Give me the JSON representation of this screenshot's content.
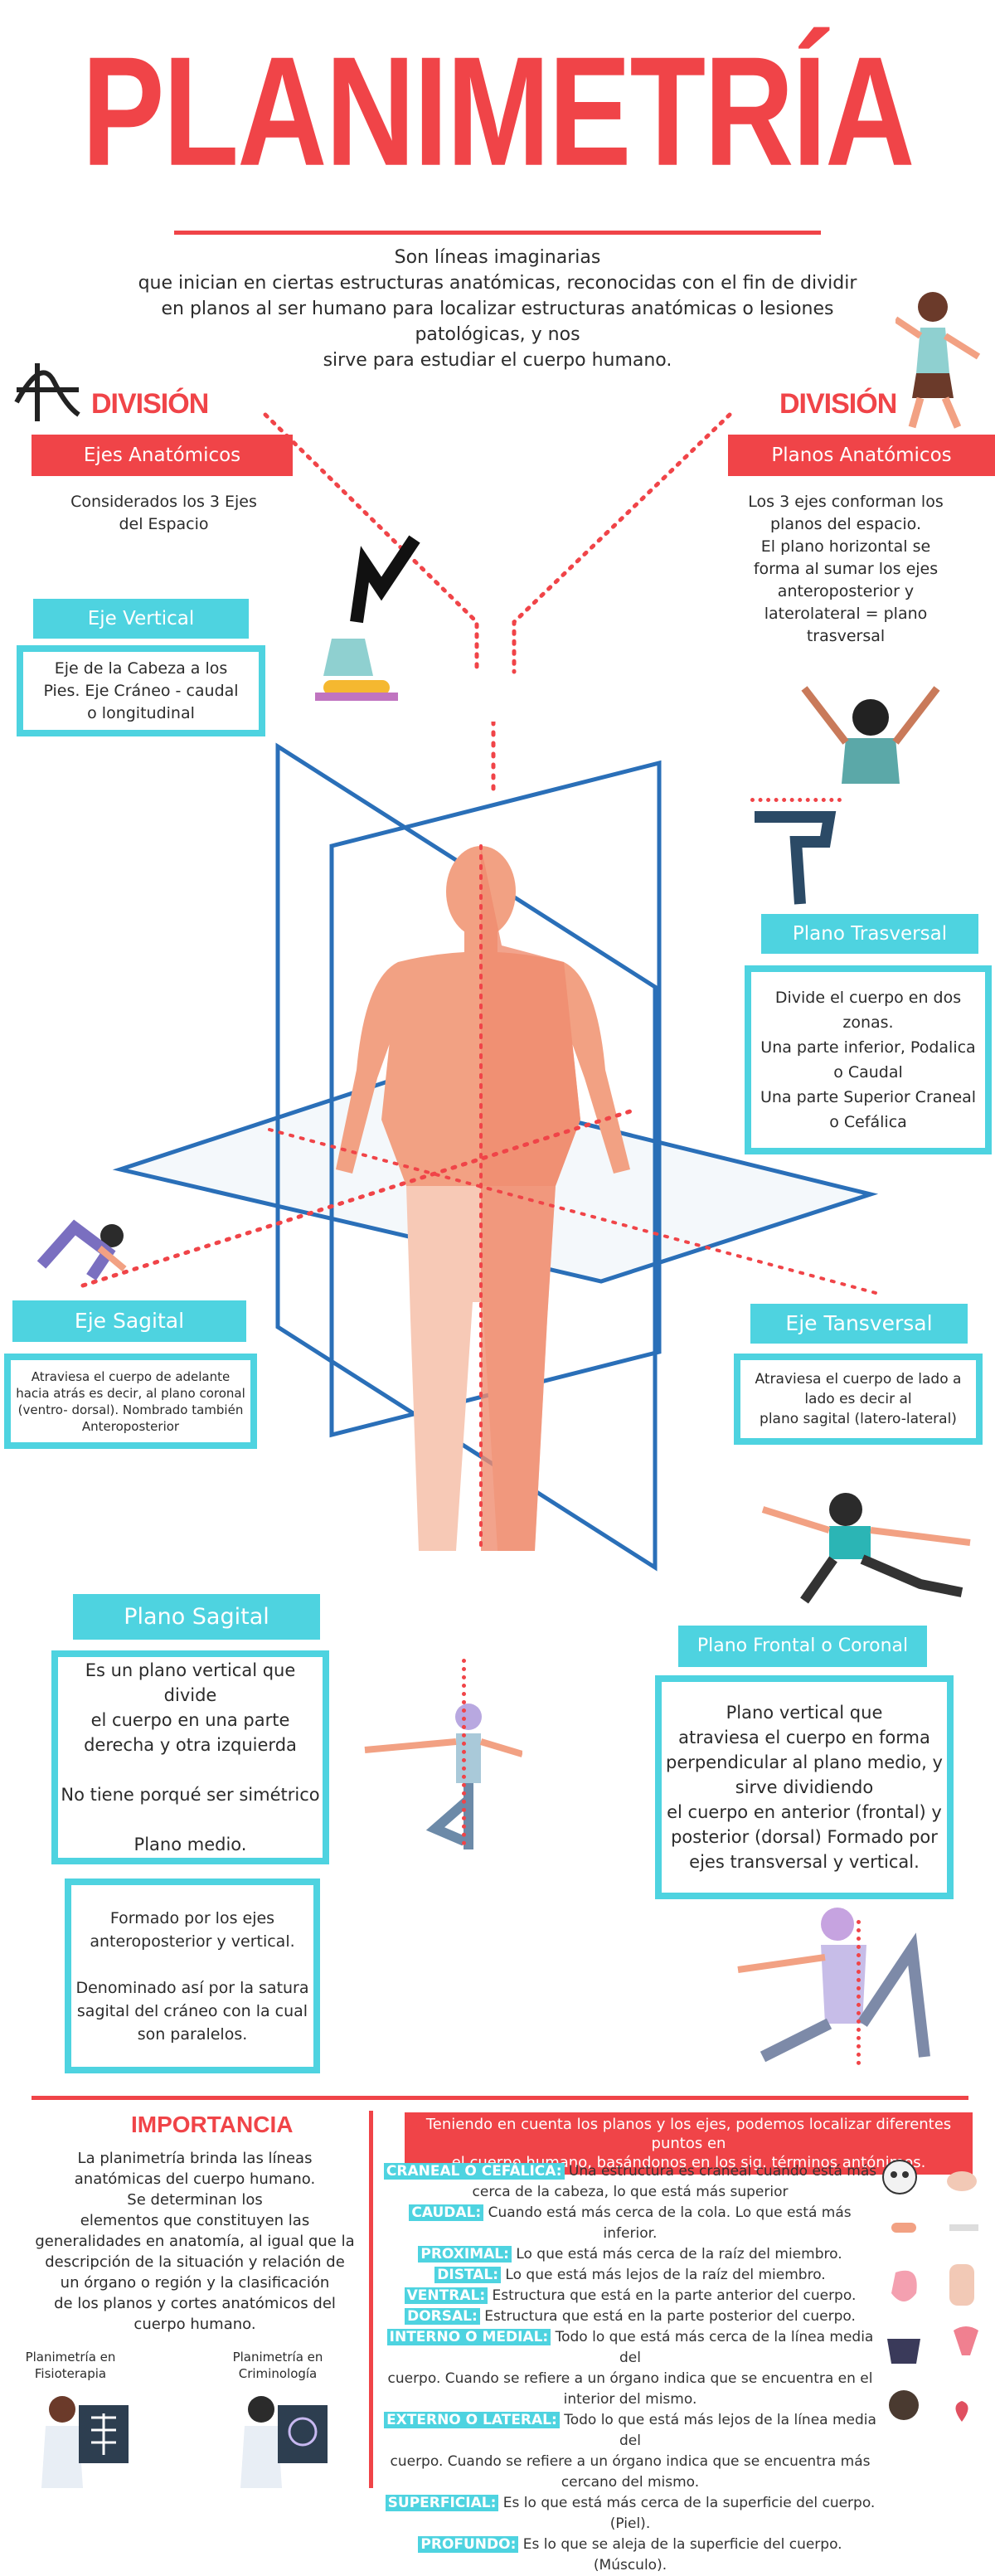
{
  "title": "PLANIMETRÍA",
  "intro": {
    "lines": [
      "Son líneas imaginarias",
      "que inician en ciertas estructuras anatómicas, reconocidas con el fin de dividir",
      "en planos al ser humano para localizar estructuras anatómicas o lesiones",
      "patológicas, y nos",
      "sirve para estudiar el cuerpo humano."
    ]
  },
  "left_column": {
    "division_label": "DIVISIÓN",
    "header": "Ejes Anatómicos",
    "description_lines": [
      "Considerados los 3 Ejes",
      "del Espacio"
    ]
  },
  "right_column": {
    "division_label": "DIVISIÓN",
    "header": "Planos Anatómicos",
    "description_lines": [
      "Los 3 ejes conforman los",
      "planos del espacio.",
      "El plano horizontal  se",
      "forma al sumar los ejes",
      "anteroposterior y",
      "laterolateral = plano",
      "trasversal"
    ]
  },
  "eje_vertical": {
    "label": "Eje Vertical",
    "lines": [
      "Eje de la Cabeza  a los",
      "Pies. Eje Cráneo - caudal",
      "o longitudinal"
    ]
  },
  "plano_trasversal": {
    "label": "Plano Trasversal",
    "lines": [
      "Divide el cuerpo en dos",
      "zonas.",
      "Una parte inferior, Podalica",
      "o Caudal",
      "Una parte Superior Craneal",
      "o Cefálica"
    ]
  },
  "eje_sagital": {
    "label": "Eje Sagital",
    "lines": [
      "Atraviesa el cuerpo de adelante",
      "hacia atrás es decir, al plano coronal",
      "(ventro- dorsal). Nombrado también",
      "Anteroposterior"
    ]
  },
  "eje_transversal": {
    "label": "Eje Tansversal",
    "lines": [
      "Atraviesa el cuerpo de lado a",
      "lado es decir al",
      "plano sagital (latero-lateral)"
    ]
  },
  "plano_sagital": {
    "label": "Plano Sagital",
    "box1_lines": [
      "Es un plano vertical que divide",
      "el cuerpo en una parte",
      "derecha y otra izquierda",
      "",
      "No tiene porqué ser simétrico",
      "",
      "Plano medio."
    ],
    "box2_lines": [
      "Formado por los ejes",
      "anteroposterior y vertical.",
      "",
      "Denominado así por la satura",
      "sagital del cráneo con la cual",
      "son paralelos."
    ]
  },
  "plano_frontal": {
    "label": "Plano Frontal o Coronal",
    "lines": [
      "Plano vertical que",
      "atraviesa el cuerpo en forma",
      "perpendicular al plano medio, y",
      "sirve dividiendo",
      "el cuerpo en anterior (frontal) y",
      "posterior (dorsal) Formado por",
      "ejes transversal y vertical."
    ]
  },
  "importancia": {
    "title": "IMPORTANCIA",
    "lines": [
      "La planimetría brinda las líneas",
      "anatómicas del cuerpo humano.",
      "Se determinan los",
      "elementos que constituyen las",
      "generalidades en anatomía, al igual que la",
      "descripción de la situación y relación de",
      "un órgano o región y la clasificación",
      "de los planos y cortes anatómicos del",
      "cuerpo humano."
    ],
    "caption_left": [
      "Planimetría en",
      "Fisioterapia"
    ],
    "caption_right": [
      "Planimetría en",
      "Criminología"
    ]
  },
  "terms": {
    "intro_lines": [
      "Teniendo en cuenta los planos y los ejes, podemos localizar diferentes puntos en",
      "el cuerpo humano, basándonos en los sig. términos antónimos."
    ],
    "items": [
      {
        "label": "CRANEAL O CEFÁLICA:",
        "text": " Una estructura es craneal cuando está más",
        "text2": "cerca de la cabeza, lo que está más superior"
      },
      {
        "label": "CAUDAL:",
        "text": " Cuando está más cerca de la cola. Lo que está más inferior.",
        "text2": ""
      },
      {
        "label": "PROXIMAL:",
        "text": " Lo que está más cerca de la raíz del miembro.",
        "text2": ""
      },
      {
        "label": "DISTAL:",
        "text": " Lo que está más lejos de la raíz del miembro.",
        "text2": ""
      },
      {
        "label": "VENTRAL:",
        "text": " Estructura que está en la parte anterior del cuerpo.",
        "text2": ""
      },
      {
        "label": "DORSAL:",
        "text": " Estructura que está en la parte posterior del cuerpo.",
        "text2": ""
      },
      {
        "label": "INTERNO O MEDIAL:",
        "text": " Todo lo que está más cerca de la línea media del",
        "text2": "cuerpo. Cuando se refiere a un órgano indica que se encuentra en el interior del mismo."
      },
      {
        "label": "EXTERNO O LATERAL:",
        "text": " Todo lo que está más lejos de la línea media del",
        "text2": "cuerpo. Cuando se refiere a un órgano indica que se encuentra más cercano del mismo."
      },
      {
        "label": "SUPERFICIAL:",
        "text": " Es lo que está más cerca de la superficie del cuerpo. (Piel).",
        "text2": ""
      },
      {
        "label": "PROFUNDO:",
        "text": " Es lo que se aleja de la superficie del cuerpo. (Músculo).",
        "text2": ""
      }
    ]
  },
  "colors": {
    "accent_red": "#f04448",
    "accent_teal": "#4ed3e0",
    "plane_blue": "#2a6fb8",
    "skin": "#f2a183"
  }
}
